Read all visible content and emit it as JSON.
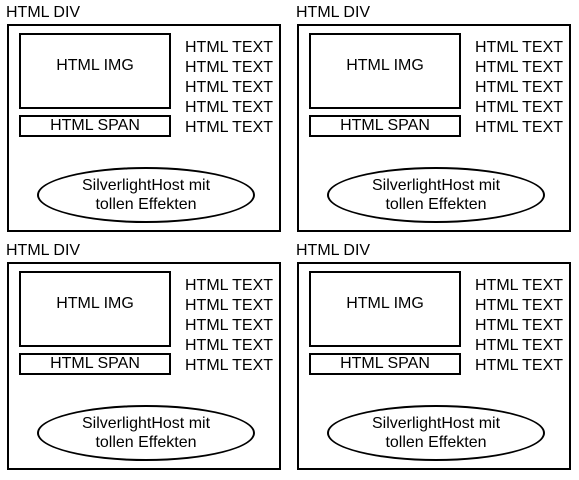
{
  "panels": [
    {
      "div_label": "HTML DIV",
      "img_label": "HTML IMG",
      "span_label": "HTML SPAN",
      "texts": [
        "HTML TEXT",
        "HTML TEXT",
        "HTML TEXT",
        "HTML TEXT",
        "HTML TEXT"
      ],
      "ellipse_line1": "SilverlightHost mit",
      "ellipse_line2": "tollen Effekten"
    },
    {
      "div_label": "HTML DIV",
      "img_label": "HTML IMG",
      "span_label": "HTML SPAN",
      "texts": [
        "HTML TEXT",
        "HTML TEXT",
        "HTML TEXT",
        "HTML TEXT",
        "HTML TEXT"
      ],
      "ellipse_line1": "SilverlightHost mit",
      "ellipse_line2": "tollen Effekten"
    },
    {
      "div_label": "HTML DIV",
      "img_label": "HTML IMG",
      "span_label": "HTML SPAN",
      "texts": [
        "HTML TEXT",
        "HTML TEXT",
        "HTML TEXT",
        "HTML TEXT",
        "HTML TEXT"
      ],
      "ellipse_line1": "SilverlightHost mit",
      "ellipse_line2": "tollen Effekten"
    },
    {
      "div_label": "HTML DIV",
      "img_label": "HTML IMG",
      "span_label": "HTML SPAN",
      "texts": [
        "HTML TEXT",
        "HTML TEXT",
        "HTML TEXT",
        "HTML TEXT",
        "HTML TEXT"
      ],
      "ellipse_line1": "SilverlightHost mit",
      "ellipse_line2": "tollen Effekten"
    }
  ]
}
